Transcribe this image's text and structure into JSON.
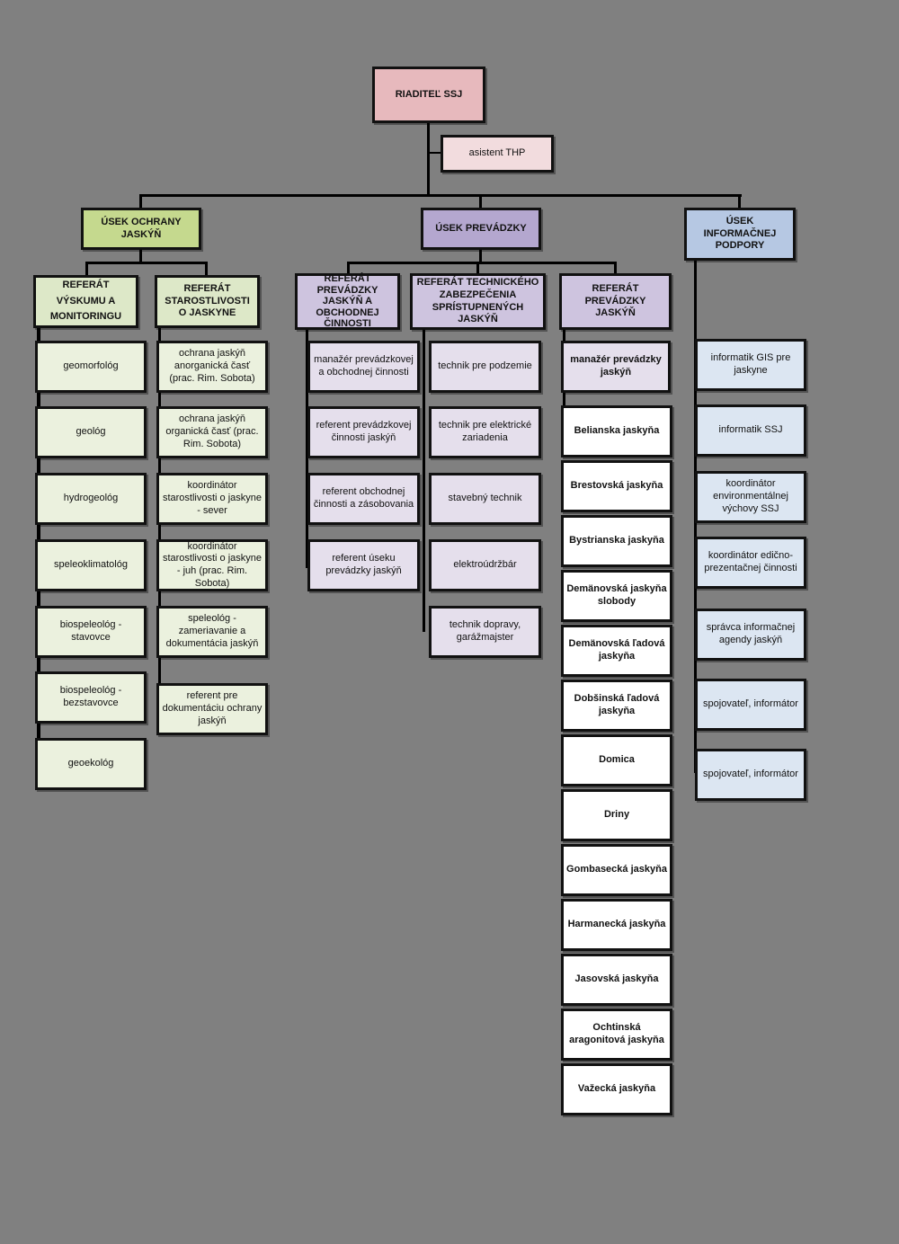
{
  "colors": {
    "director": "#E7B9BD",
    "assistant": "#F2DCDE",
    "protection_head": "#C5D98E",
    "protection_unit": "#DDE8C8",
    "protection_item": "#EBF1DE",
    "operations_head": "#B4A7CF",
    "operations_unit": "#CEC4DF",
    "operations_item": "#E5DFEC",
    "info_head": "#B6C8E3",
    "info_item": "#DCE6F2",
    "cave": "#FFFFFF"
  },
  "director": "RIADITEĽ SSJ",
  "assistant": "asistent THP",
  "protection": {
    "title": "ÚSEK OCHRANY JASKÝŇ",
    "research": {
      "title": "REFERÁT VÝSKUMU A MONITORINGU",
      "items": [
        "geomorfológ",
        "geológ",
        "hydrogeológ",
        "speleoklimatológ",
        "biospeleológ - stavovce",
        "biospeleológ - bezstavovce",
        "geoekológ"
      ]
    },
    "care": {
      "title": "REFERÁT STAROSTLIVOSTI O JASKYNE",
      "items": [
        "ochrana jaskýň anorganická časť (prac. Rim. Sobota)",
        "ochrana jaskýň organická časť (prac. Rim. Sobota)",
        "koordinátor starostlivosti o jaskyne - sever",
        "koordinátor starostlivosti o jaskyne - juh (prac. Rim. Sobota)",
        "speleológ - zameriavanie a dokumentácia jaskýň",
        "referent pre dokumentáciu ochrany jaskýň"
      ]
    }
  },
  "operations": {
    "title": "ÚSEK PREVÁDZKY",
    "business": {
      "title": "REFERÁT PREVÁDZKY JASKÝŇ A OBCHODNEJ ČINNOSTI",
      "items": [
        "manažér prevádzkovej a obchodnej činnosti",
        "referent prevádzkovej činnosti jaskýň",
        "referent obchodnej činnosti a zásobovania",
        "referent úseku prevádzky jaskýň"
      ]
    },
    "technical": {
      "title": "REFERÁT TECHNICKÉHO ZABEZPEČENIA SPRÍSTUPNENÝCH JASKÝŇ",
      "items": [
        "technik pre podzemie",
        "technik pre elektrické zariadenia",
        "stavebný technik",
        "elektroúdržbár",
        "technik dopravy, garážmajster"
      ]
    },
    "caves": {
      "title": "REFERÁT PREVÁDZKY JASKÝŇ",
      "manager": "manažér prevádzky jaskýň",
      "items": [
        "Belianska jaskyňa",
        "Brestovská jaskyňa",
        "Bystrianska jaskyňa",
        "Demänovská jaskyňa slobody",
        "Demänovská ľadová jaskyňa",
        "Dobšinská ľadová jaskyňa",
        "Domica",
        "Driny",
        "Gombasecká jaskyňa",
        "Harmanecká jaskyňa",
        "Jasovská jaskyňa",
        "Ochtinská aragonitová jaskyňa",
        "Važecká jaskyňa"
      ]
    }
  },
  "info": {
    "title": "ÚSEK INFORMAČNEJ PODPORY",
    "items": [
      "informatik GIS pre jaskyne",
      "informatik SSJ",
      "koordinátor environmentálnej výchovy SSJ",
      "koordinátor edično-prezentačnej činnosti",
      "správca informačnej agendy jaskýň",
      "spojovateľ, informátor",
      "spojovateľ, informátor"
    ]
  }
}
